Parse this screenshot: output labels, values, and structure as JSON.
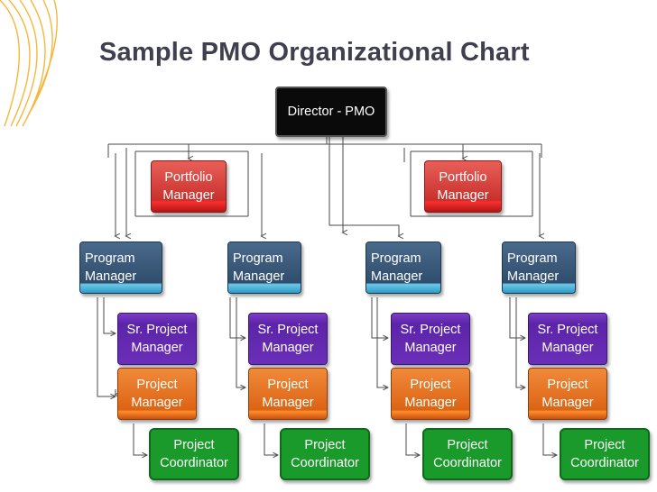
{
  "title": "Sample PMO Organizational Chart",
  "nodes": {
    "director": [
      "Director - PMO"
    ],
    "portfolio_1": [
      "Portfolio",
      "Manager"
    ],
    "portfolio_2": [
      "Portfolio",
      "Manager"
    ],
    "program_1": [
      "Program",
      "Manager"
    ],
    "program_2": [
      "Program",
      "Manager"
    ],
    "program_3": [
      "Program",
      "Manager"
    ],
    "program_4": [
      "Program",
      "Manager"
    ],
    "srpm_1": [
      "Sr. Project",
      "Manager"
    ],
    "srpm_2": [
      "Sr. Project",
      "Manager"
    ],
    "srpm_3": [
      "Sr. Project",
      "Manager"
    ],
    "srpm_4": [
      "Sr. Project",
      "Manager"
    ],
    "pm_1": [
      "Project",
      "Manager"
    ],
    "pm_2": [
      "Project",
      "Manager"
    ],
    "pm_3": [
      "Project",
      "Manager"
    ],
    "pm_4": [
      "Project",
      "Manager"
    ],
    "coord_1": [
      "Project",
      "Coordinator"
    ],
    "coord_2": [
      "Project",
      "Coordinator"
    ],
    "coord_3": [
      "Project",
      "Coordinator"
    ],
    "coord_4": [
      "Project",
      "Coordinator"
    ]
  },
  "colors": {
    "director": "#0a0a0a",
    "portfolio": "#d9382f",
    "program": "#34506f",
    "program_accent": "#4fb8dd",
    "sr_project_manager": "#6a2fb8",
    "project_manager": "#e26a18",
    "project_coordinator": "#1a9a2a",
    "title": "#3f3f4f",
    "decoration": "#f39c12"
  }
}
